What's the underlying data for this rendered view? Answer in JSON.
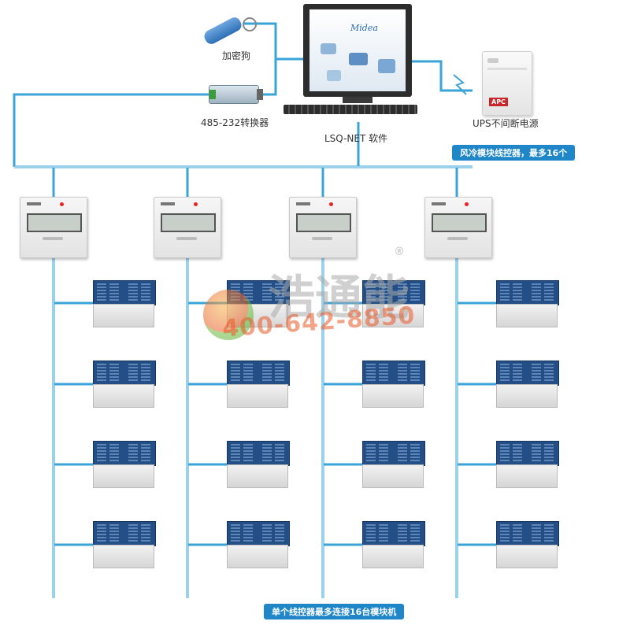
{
  "labels": {
    "dongle": "加密狗",
    "converter": "485-232转换器",
    "software": "LSQ-NET 软件",
    "ups": "UPS不间断电源",
    "controllers_note": "风冷模块线控器，最多16个",
    "units_note": "单个线控器最多连接16台模块机"
  },
  "monitor": {
    "brand": "Midea"
  },
  "ups_brand": "APC",
  "watermark": {
    "name": "浩通能",
    "reg": "®",
    "phone": "400-642-8850"
  },
  "colors": {
    "wire": "#3aa3d8",
    "pill": "#1f86c8"
  }
}
